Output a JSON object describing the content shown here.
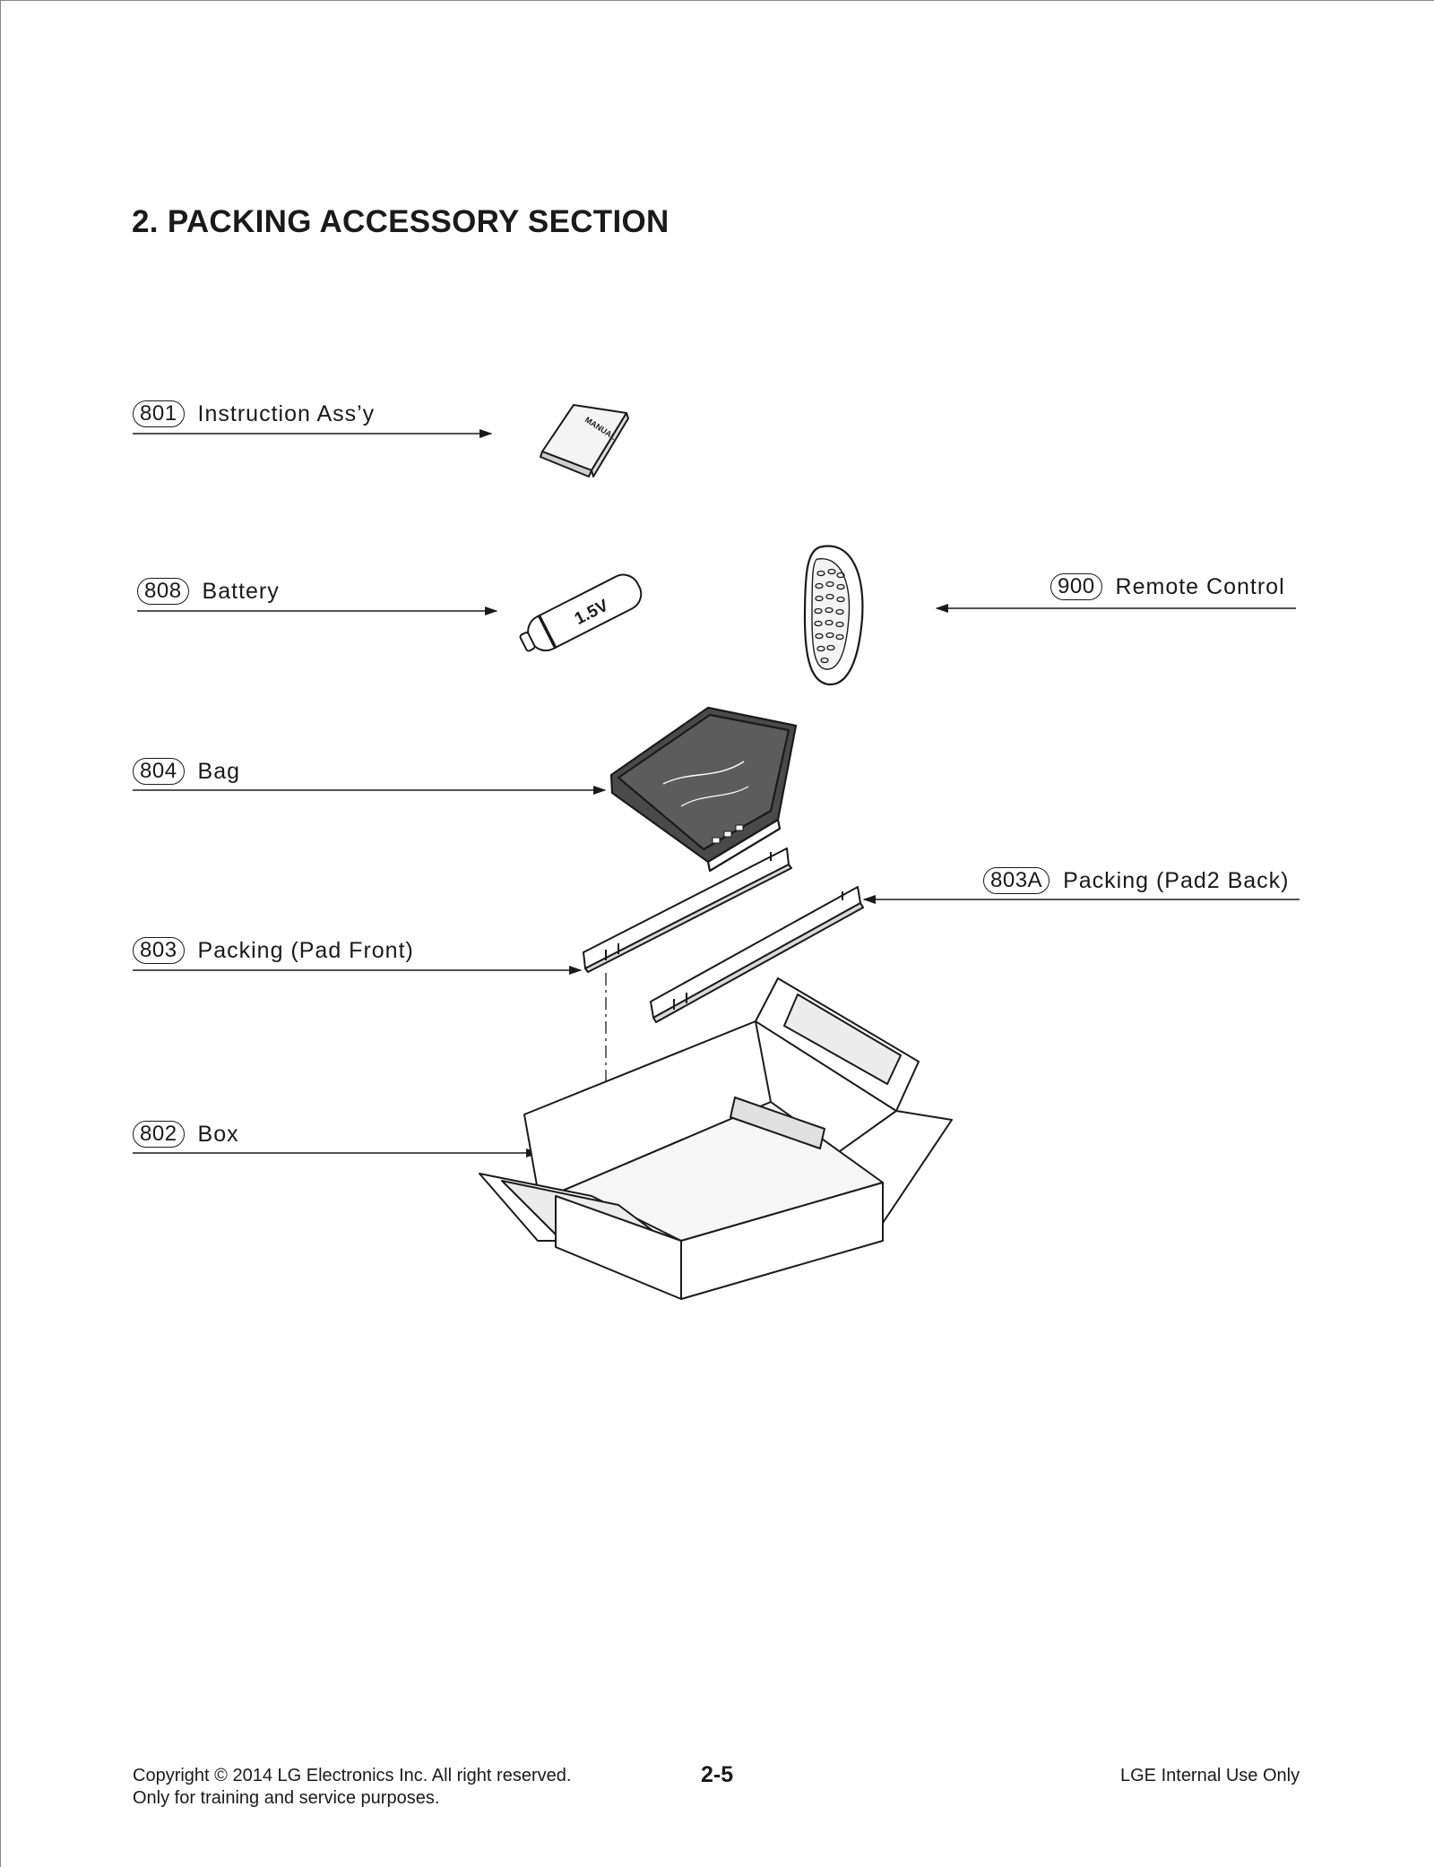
{
  "section_title": "2. PACKING ACCESSORY SECTION",
  "callouts": [
    {
      "num": "801",
      "label": "Instruction Ass’y"
    },
    {
      "num": "808",
      "label": "Battery"
    },
    {
      "num": "900",
      "label": "Remote Control"
    },
    {
      "num": "804",
      "label": "Bag"
    },
    {
      "num": "803A",
      "label": "Packing (Pad2 Back)"
    },
    {
      "num": "803",
      "label": "Packing (Pad Front)"
    },
    {
      "num": "802",
      "label": "Box"
    }
  ],
  "artwork_text": {
    "manual": "MANUAL",
    "battery_voltage": "1.5V"
  },
  "footer": {
    "copyright": "Copyright © 2014 LG Electronics Inc. All right reserved.",
    "purpose": "Only for training and service purposes.",
    "page_number": "2-5",
    "internal": "LGE Internal Use Only"
  }
}
